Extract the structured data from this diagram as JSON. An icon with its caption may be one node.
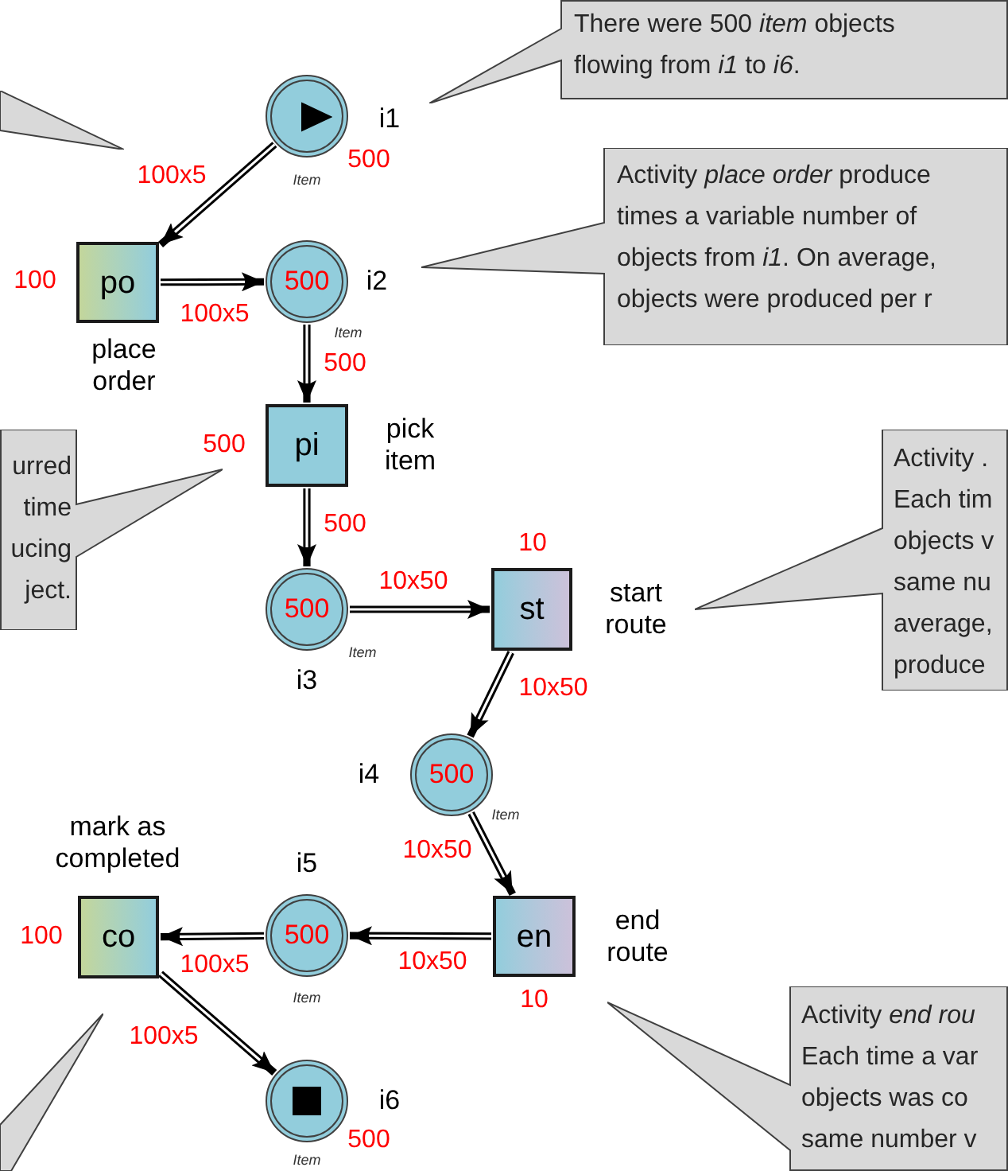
{
  "diagram": {
    "nodes": [
      {
        "text": [],
        "shape": "callout"
      },
      {
        "text": [
          "There were 500 *item* objects flowing from *i1* to *i6*."
        ]
      },
      {
        "text": [
          "i1"
        ],
        "beside": [
          "500",
          "Item"
        ]
      },
      {
        "text": [
          "po",
          "place order"
        ],
        "beside": [
          "100"
        ]
      },
      {
        "text": [
          "500",
          "i2"
        ],
        "beside": [
          "Item"
        ]
      },
      {
        "text": [
          "Activity *place order* produce times a variable number of objects from *i1*. On average, objects were produced per r"
        ]
      },
      {
        "text": [
          "urred time ucing ject."
        ]
      },
      {
        "text": [
          "pi",
          "pick item"
        ]
      },
      {
        "text": [
          "500",
          "i3"
        ],
        "beside": [
          "Item"
        ]
      },
      {
        "text": [
          "st",
          "start route"
        ],
        "beside": [
          "10"
        ]
      },
      {
        "text": [
          "Activity . Each tim objects v same nu average, produce"
        ]
      },
      {
        "text": [
          "i4",
          "500"
        ],
        "beside": [
          "Item"
        ]
      },
      {
        "text": [
          "mark as completed",
          "co"
        ],
        "beside": [
          "100"
        ]
      },
      {
        "text": [
          "i5",
          "500"
        ],
        "beside": [
          "Item"
        ]
      },
      {
        "text": [
          "en",
          "end route"
        ],
        "beside": [
          "10"
        ]
      },
      {
        "text": [
          "Activity *end rou* Each time a var objects was co same number v"
        ]
      },
      {
        "text": [],
        "shape": "callout"
      },
      {
        "text": [
          "i6"
        ],
        "beside": [
          "500",
          "Item"
        ]
      }
    ],
    "edges": [
      {
        "from": 2,
        "to": 3,
        "arrow": "to",
        "label": "100x5"
      },
      {
        "from": 3,
        "to": 4,
        "arrow": "to",
        "label": "100x5"
      },
      {
        "from": 4,
        "to": 7,
        "arrow": "to",
        "label": "500"
      },
      {
        "from": 7,
        "to": 8,
        "arrow": "to",
        "label": "500"
      },
      {
        "from": 8,
        "to": 9,
        "arrow": "to",
        "label": "10x50"
      },
      {
        "from": 9,
        "to": 11,
        "arrow": "to",
        "label": "10x50"
      },
      {
        "from": 11,
        "to": 14,
        "arrow": "to",
        "label": "10x50"
      },
      {
        "from": 14,
        "to": 13,
        "arrow": "to",
        "label": "10x50"
      },
      {
        "from": 13,
        "to": 12,
        "arrow": "to",
        "label": "100x5"
      },
      {
        "from": 12,
        "to": 17,
        "arrow": "to",
        "label": "100x5"
      }
    ],
    "labels": [
      "500"
    ]
  }
}
